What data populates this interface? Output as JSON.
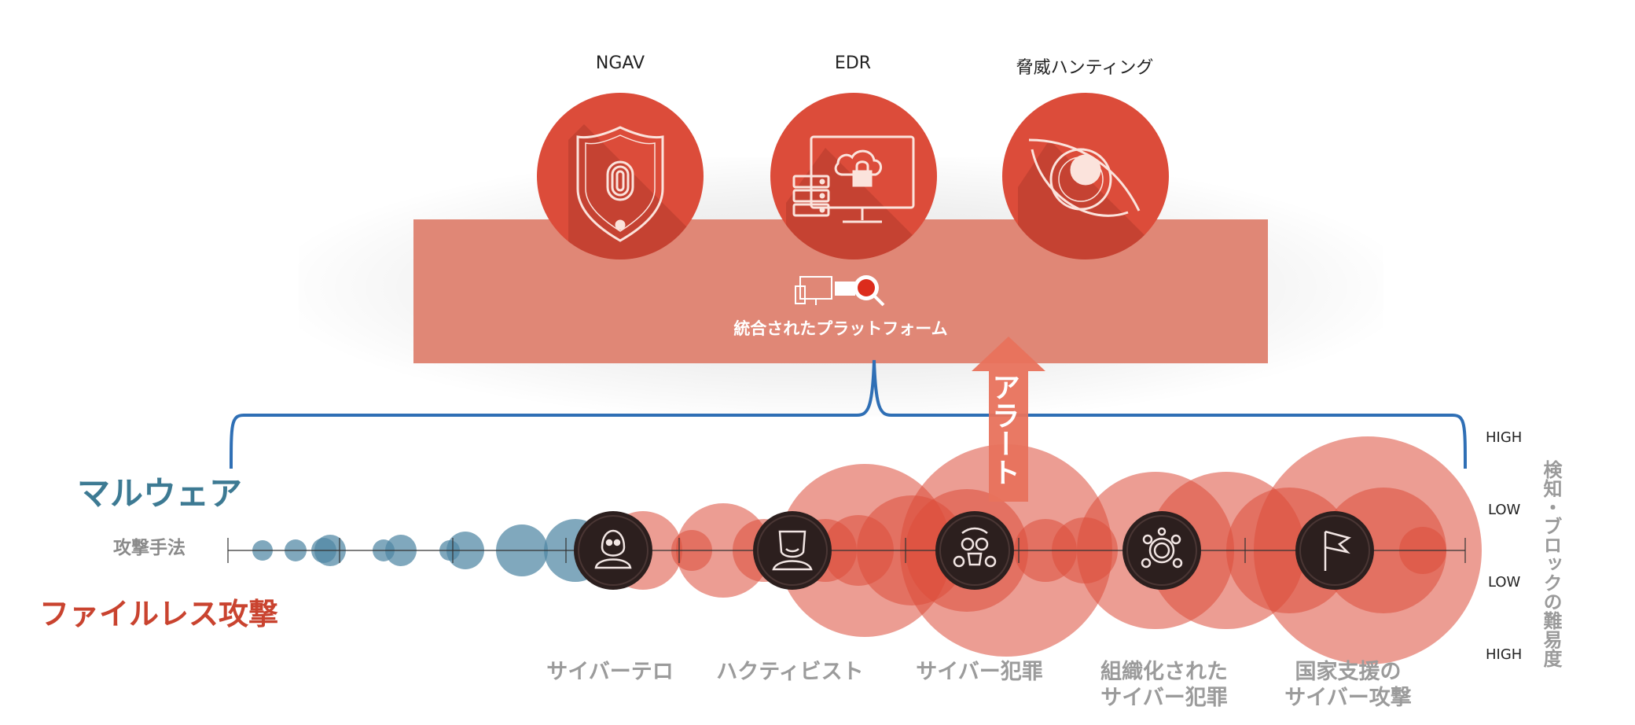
{
  "platform": {
    "features": [
      {
        "title": "NGAV",
        "icon": "fingerprint-shield-icon"
      },
      {
        "title": "EDR",
        "icon": "monitor-cloud-lock-icon"
      },
      {
        "title": "脅威ハンティング",
        "icon": "eye-icon"
      }
    ],
    "label": "統合されたプラットフォーム",
    "label_icon": "devices-magnifier-icon",
    "colors": {
      "platform": "#e08776",
      "circle": "#dc4c3a",
      "brace": "#2f6fb5",
      "malware": "#3d7a93",
      "fileless": "#c9432f"
    }
  },
  "alert": {
    "label": "アラート"
  },
  "rows": {
    "malware": "マルウェア",
    "method": "攻撃手法",
    "fileless": "ファイルレス攻撃"
  },
  "scale": {
    "high_top": "HIGH",
    "low_top": "LOW",
    "low_bottom": "LOW",
    "high_bottom": "HIGH",
    "axis_label": "検知・ブロックの難易度"
  },
  "threats": [
    {
      "label_line1": "サイバーテロ",
      "label_line2": "",
      "icon": "masked-person-icon"
    },
    {
      "label_line1": "ハクティビスト",
      "label_line2": "",
      "icon": "anonymous-mask-icon"
    },
    {
      "label_line1": "サイバー犯罪",
      "label_line2": "",
      "icon": "gas-mask-icon"
    },
    {
      "label_line1": "組織化された",
      "label_line2": "サイバー犯罪",
      "icon": "network-nodes-icon"
    },
    {
      "label_line1": "国家支援の",
      "label_line2": "サイバー攻撃",
      "icon": "flag-icon"
    }
  ]
}
